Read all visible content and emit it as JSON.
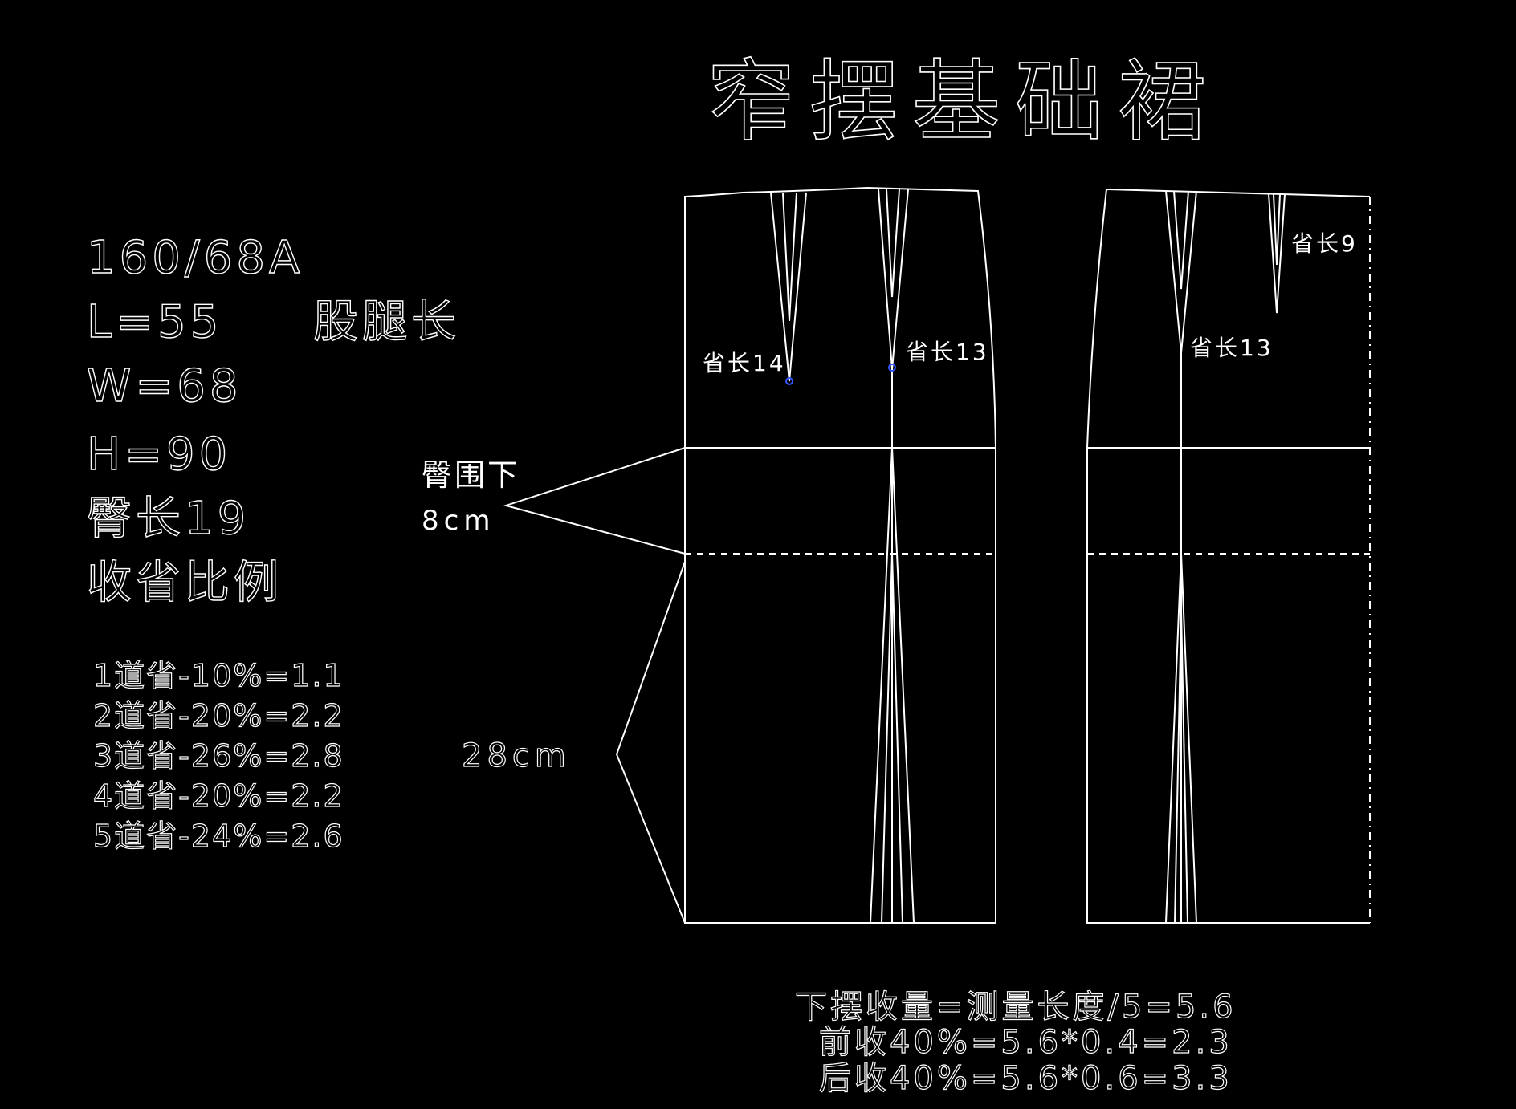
{
  "title": "窄摆基础裙",
  "specs": {
    "size": "160/68A",
    "length": "L=55",
    "length_note": "股腿长",
    "waist": "W=68",
    "hip": "H=90",
    "hip_length": "臀长19",
    "dart_ratio_heading": "收省比例"
  },
  "dart_ratios": [
    "1道省-10%=1.1",
    "2道省-20%=2.2",
    "3道省-26%=2.8",
    "4道省-20%=2.2",
    "5道省-24%=2.6"
  ],
  "annotations": {
    "hip_below_line1": "臀围下",
    "hip_below_line2": "8cm",
    "hem_length": "28cm",
    "front_dart1_length": "省长14",
    "front_dart2_length": "省长13",
    "back_dart1_length": "省长13",
    "back_dart2_length": "省长9"
  },
  "hem_notes": [
    "下摆收量=测量长度/5=5.6",
    "前收40%=5.6*0.4=2.3",
    "后收40%=5.6*0.6=3.3"
  ],
  "colors": {
    "background": "#000000",
    "lines": "#ffffff",
    "points": "#3355ff"
  }
}
